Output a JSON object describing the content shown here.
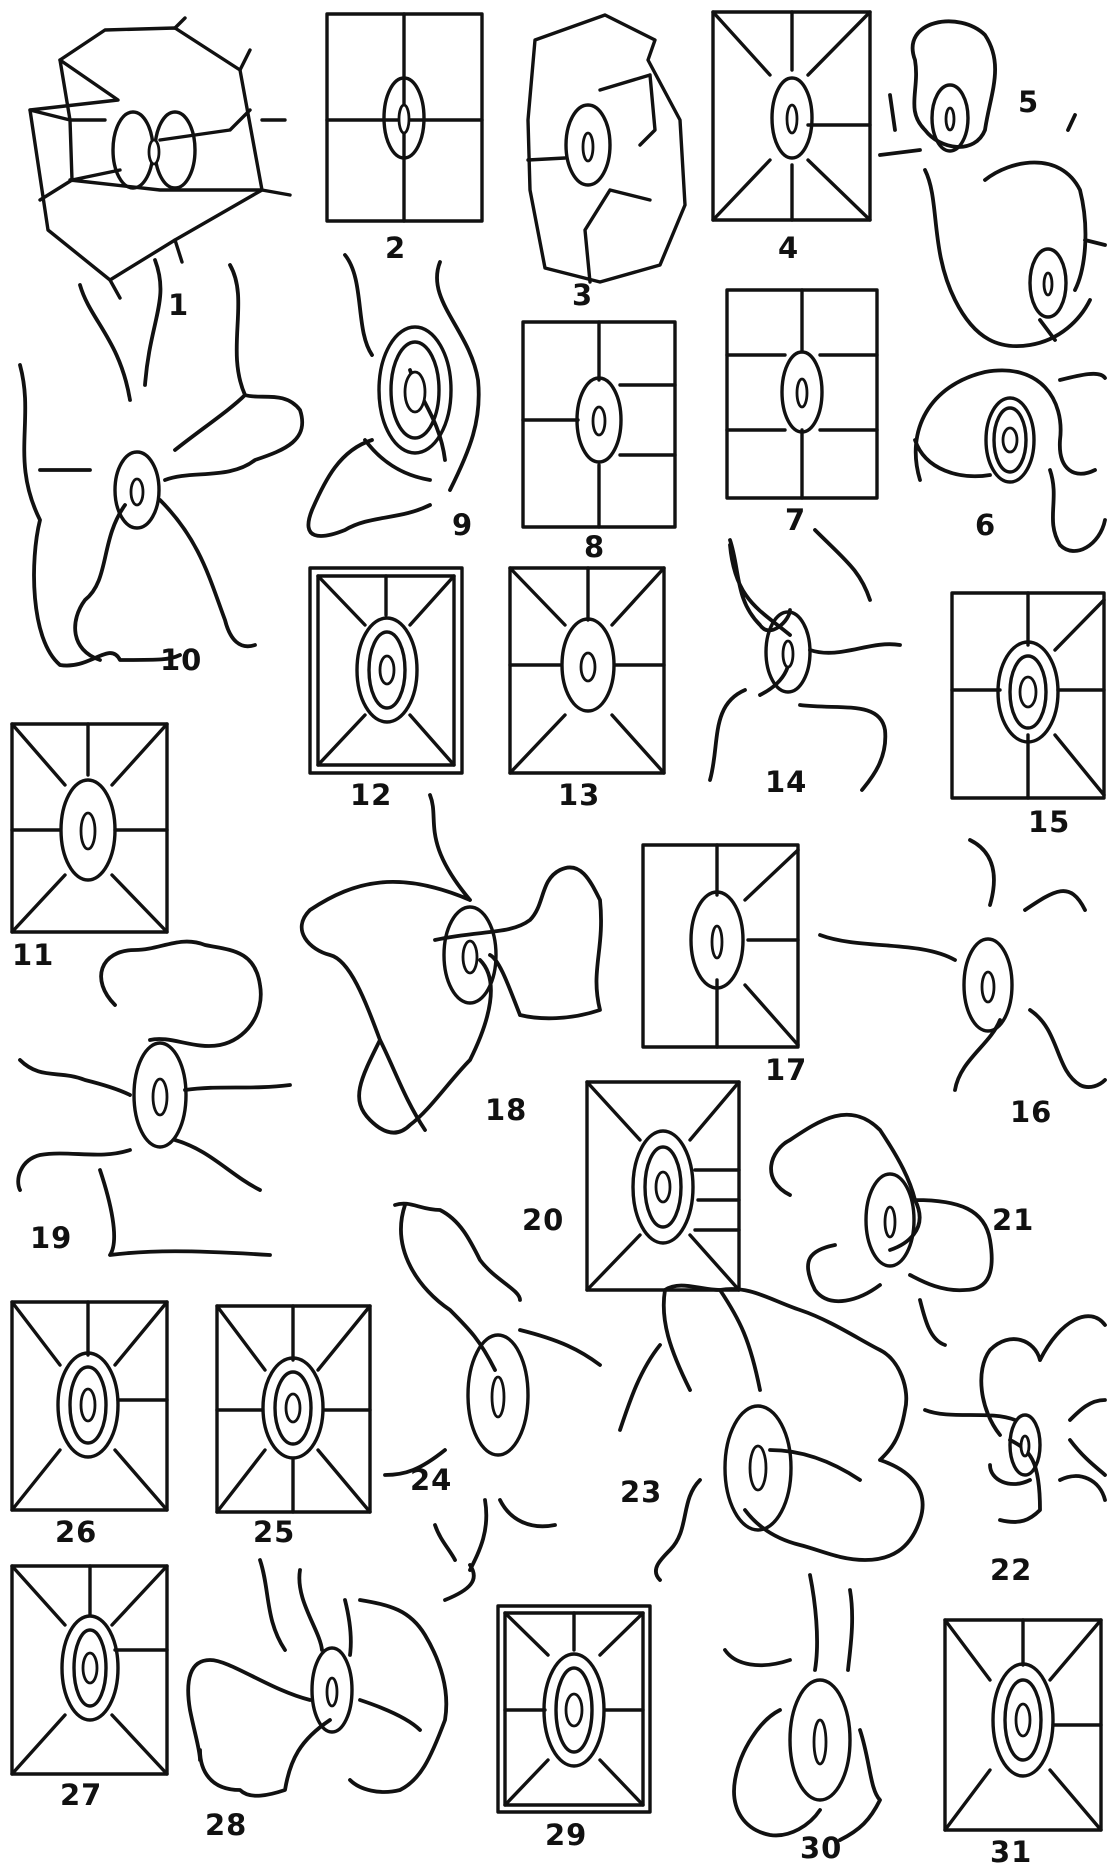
{
  "figure": {
    "stroke_color": "#111111",
    "background_color": "#ffffff",
    "labels": [
      "1",
      "2",
      "3",
      "4",
      "5",
      "6",
      "7",
      "8",
      "9",
      "10",
      "11",
      "12",
      "13",
      "14",
      "15",
      "16",
      "17",
      "18",
      "19",
      "20",
      "21",
      "22",
      "23",
      "24",
      "25",
      "26",
      "27",
      "28",
      "29",
      "30",
      "31"
    ]
  }
}
